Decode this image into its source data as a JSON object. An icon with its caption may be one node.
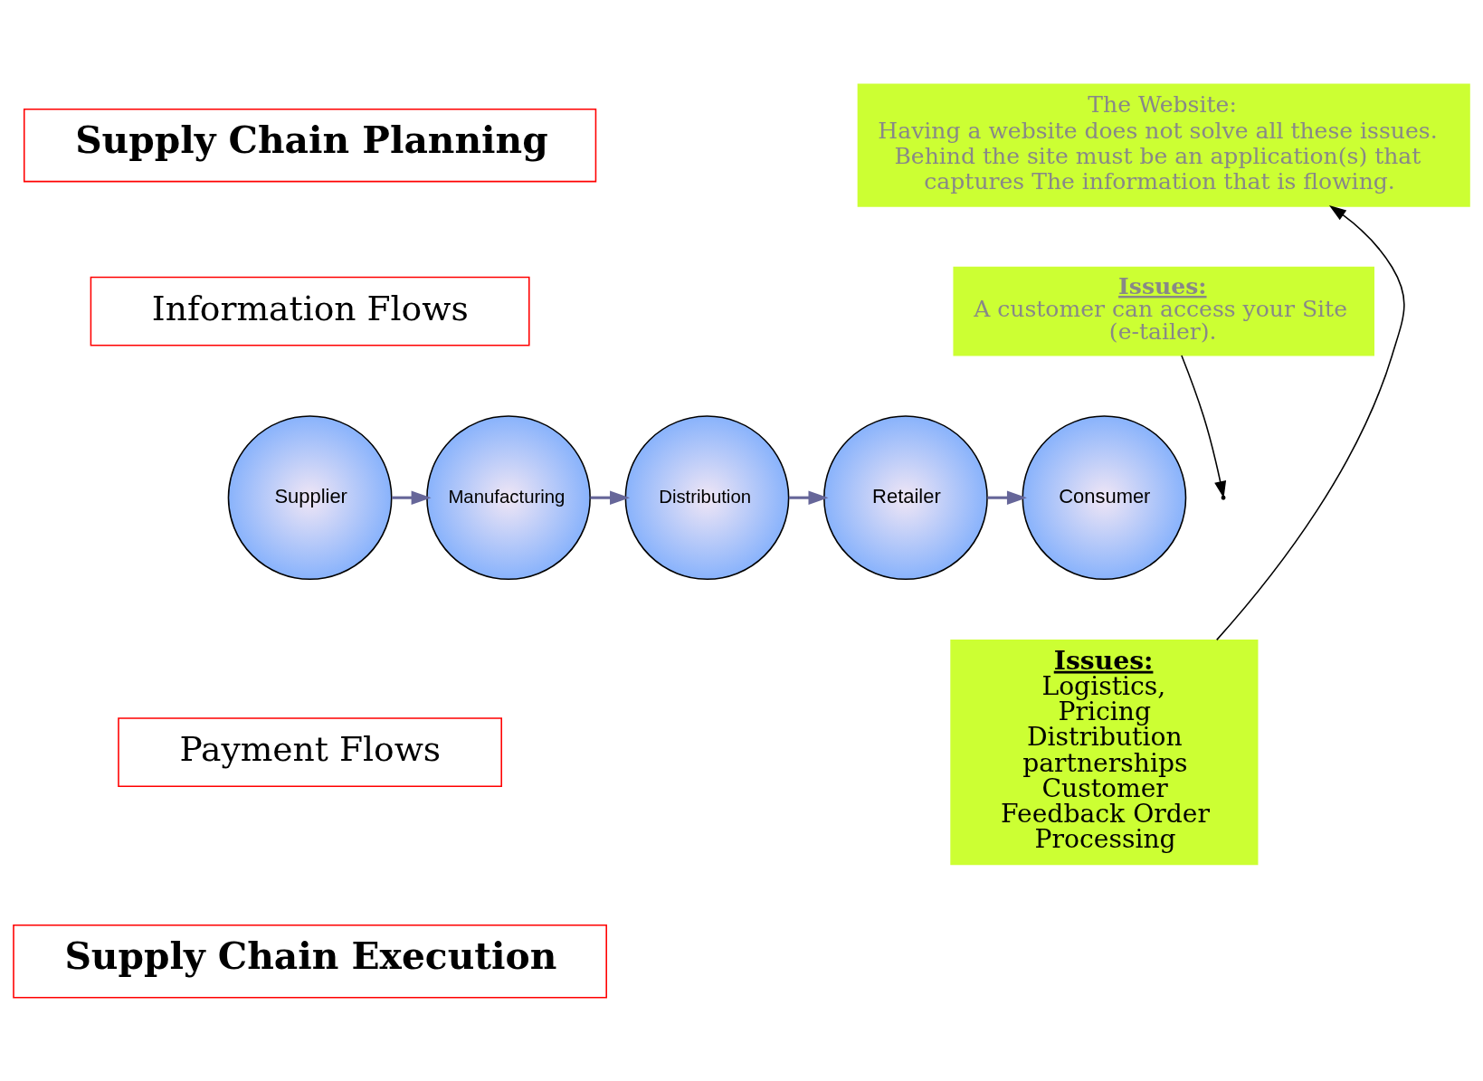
{
  "diagram": {
    "nodes": [
      {
        "text": [
          "Supply Chain Planning"
        ]
      },
      {
        "text": [
          "Information Flows"
        ]
      },
      {
        "text": [
          "Supplier"
        ]
      },
      {
        "text": [
          "Manufacturing"
        ]
      },
      {
        "text": [
          "Distribution"
        ]
      },
      {
        "text": [
          "Retailer"
        ]
      },
      {
        "text": [
          "Consumer"
        ]
      },
      {
        "text": [
          "Payment Flows"
        ]
      },
      {
        "text": [
          "Supply Chain Execution"
        ]
      },
      {
        "text": [
          "The Website:",
          "Having a website does not solve all these issues. Behind the site must be an application(s) that captures The information that is flowing."
        ]
      },
      {
        "text": [
          "Issues:",
          "A customer can access your Site (e-tailer)."
        ]
      },
      {
        "text": [
          "Issues:",
          "Logistics, Pricing Distribution partnerships Customer Feedback Order Processing"
        ]
      }
    ],
    "edges": [
      {
        "from": 2,
        "to": 3,
        "arrow": "to"
      },
      {
        "from": 3,
        "to": 4,
        "arrow": "to"
      },
      {
        "from": 4,
        "to": 5,
        "arrow": "to"
      },
      {
        "from": 5,
        "to": 6,
        "arrow": "to"
      },
      {
        "from": 10,
        "to": null,
        "arrow": "to",
        "color": "#000000"
      },
      {
        "from": 11,
        "to": 9,
        "arrow": "to",
        "color": "#000000"
      }
    ]
  }
}
